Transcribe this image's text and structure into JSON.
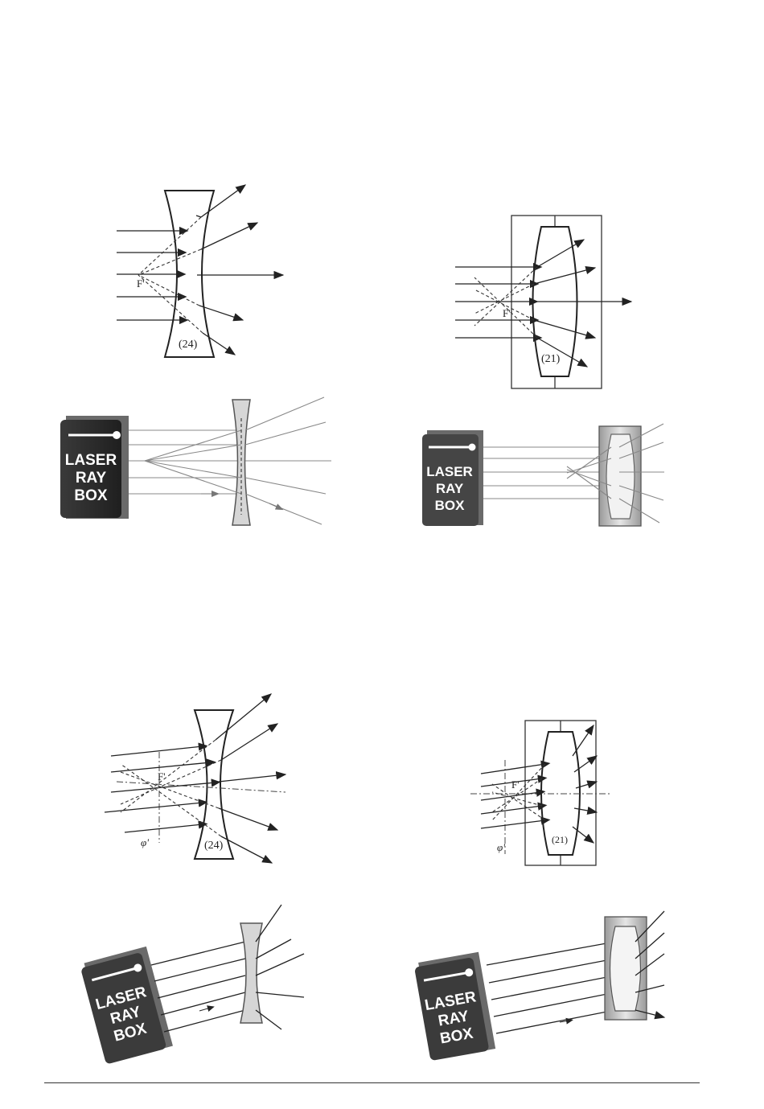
{
  "diagrams": {
    "top_left_lens_number": "(24)",
    "top_right_lens_number": "(21)",
    "bottom_left_lens_number": "(24)",
    "bottom_right_lens_number": "(21)",
    "focal_label": "F'",
    "focal_plane_label": "φ'"
  },
  "ray_boxes": [
    {
      "line1": "LASER",
      "line2": "RAY",
      "line3": "BOX"
    },
    {
      "line1": "LASER",
      "line2": "RAY",
      "line3": "BOX"
    },
    {
      "line1": "LASER",
      "line2": "RAY",
      "line3": "BOX"
    },
    {
      "line1": "LASER",
      "line2": "RAY",
      "line3": "BOX"
    }
  ],
  "colors": {
    "box_dark": "#2b2b2b",
    "box_mid": "#5a5a5a",
    "box_text": "#ffffff",
    "lens_gray": "#d6d6d6"
  }
}
